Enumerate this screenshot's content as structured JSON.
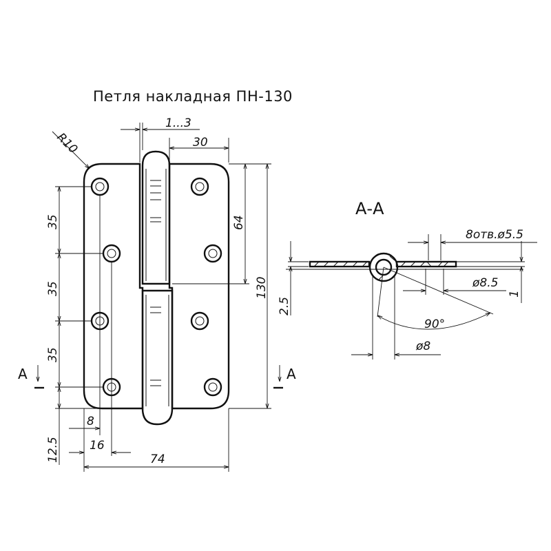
{
  "title": "Петля накладная ПН-130",
  "section_title": "А-А",
  "section_mark": "А",
  "dims": {
    "radius": "R10",
    "gap": "1...3",
    "leaf_width": "30",
    "upper_height": "64",
    "total_height": "130",
    "pitch_1": "35",
    "pitch_2": "35",
    "pitch_3": "35",
    "bottom_offset": "12.5",
    "hole_offset_1": "8",
    "hole_offset_2": "16",
    "total_width": "74",
    "thickness": "2.5",
    "holes": "8отв.ø5.5",
    "countersink": "ø8.5",
    "plate": "1",
    "angle": "90°",
    "knuckle": "ø8"
  }
}
